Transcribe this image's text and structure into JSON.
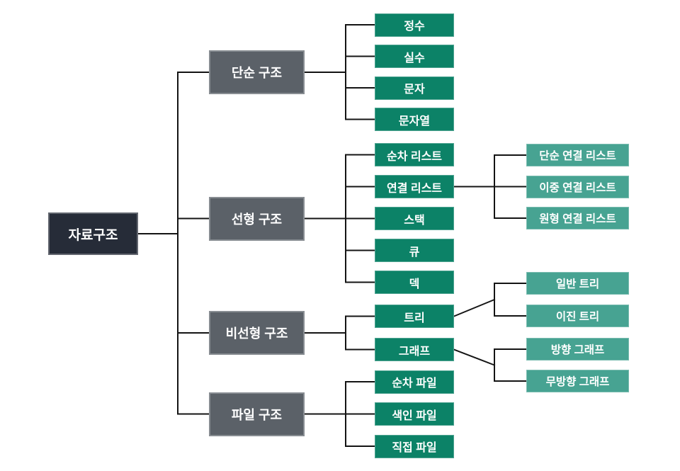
{
  "diagram": {
    "root": {
      "label": "자료구조"
    },
    "branches": [
      {
        "label": "단순 구조",
        "children": [
          {
            "label": "정수"
          },
          {
            "label": "실수"
          },
          {
            "label": "문자"
          },
          {
            "label": "문자열"
          }
        ]
      },
      {
        "label": "선형 구조",
        "children": [
          {
            "label": "순차 리스트"
          },
          {
            "label": "연결 리스트",
            "children": [
              {
                "label": "단순 연결 리스트"
              },
              {
                "label": "이중 연결 리스트"
              },
              {
                "label": "원형 연결 리스트"
              }
            ]
          },
          {
            "label": "스택"
          },
          {
            "label": "큐"
          },
          {
            "label": "덱"
          }
        ]
      },
      {
        "label": "비선형 구조",
        "children": [
          {
            "label": "트리",
            "children": [
              {
                "label": "일반 트리"
              },
              {
                "label": "이진 트리"
              }
            ]
          },
          {
            "label": "그래프",
            "children": [
              {
                "label": "방향 그래프"
              },
              {
                "label": "무방향 그래프"
              }
            ]
          }
        ]
      },
      {
        "label": "파일 구조",
        "children": [
          {
            "label": "순차 파일"
          },
          {
            "label": "색인 파일"
          },
          {
            "label": "직접 파일"
          }
        ]
      }
    ],
    "colors": {
      "background": "#ffffff",
      "connector": "#141414",
      "text": "#ffffff",
      "root_box": "#262c38",
      "level1_box": "#5b6168",
      "level2_box": "#0c8267",
      "level3_box": "#47a392"
    }
  }
}
